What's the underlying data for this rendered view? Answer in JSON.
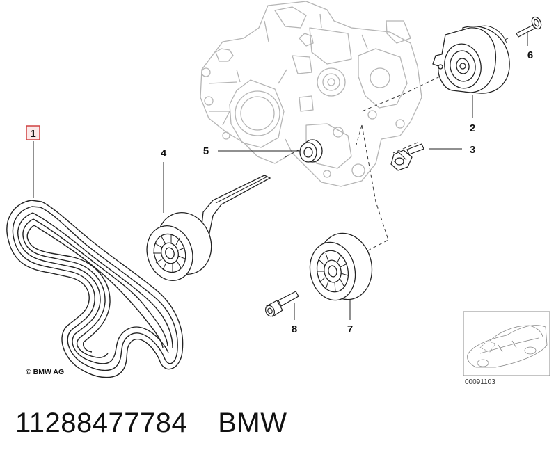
{
  "diagram": {
    "callouts": [
      {
        "id": "1",
        "label": "1"
      },
      {
        "id": "2",
        "label": "2"
      },
      {
        "id": "3",
        "label": "3"
      },
      {
        "id": "4",
        "label": "4"
      },
      {
        "id": "5",
        "label": "5"
      },
      {
        "id": "6",
        "label": "6"
      },
      {
        "id": "7",
        "label": "7"
      },
      {
        "id": "8",
        "label": "8"
      }
    ],
    "copyright": "© BMW AG",
    "inset_reference": "00091103"
  },
  "footer": {
    "part_number": "11288477784",
    "brand": "BMW"
  },
  "colors": {
    "highlight": "#d04040",
    "line": "#222222",
    "engine_ghost": "#b8b8b8"
  }
}
